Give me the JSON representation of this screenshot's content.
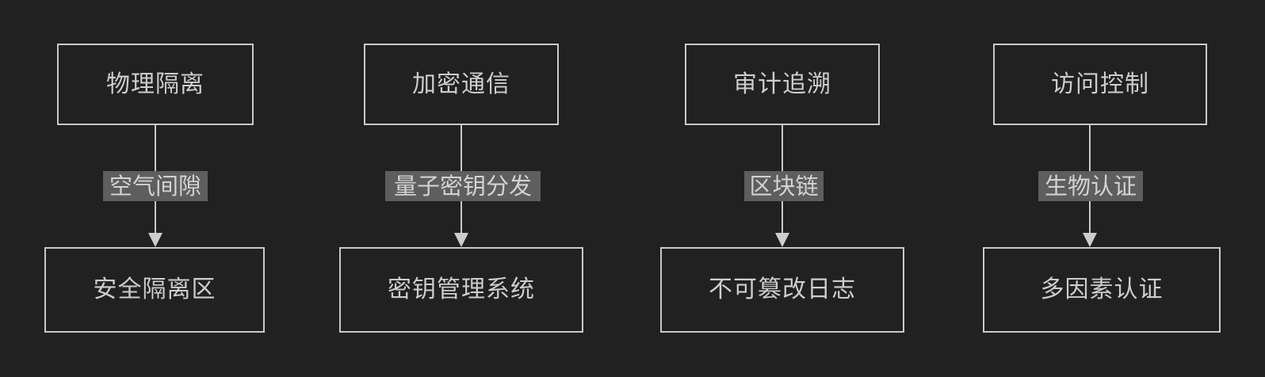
{
  "diagram": {
    "title": "",
    "background_color": "#212121",
    "border_color": "#c9c9c9",
    "text_color": "#cdcdcd",
    "label_highlight_color": "#5e5e5e",
    "type": "flowchart",
    "orientation": "top-to-bottom",
    "columns": [
      {
        "id": "col-1",
        "source": "物理隔离",
        "edge_label": "空气间隙",
        "target": "安全隔离区"
      },
      {
        "id": "col-2",
        "source": "加密通信",
        "edge_label": "量子密钥分发",
        "target": "密钥管理系统"
      },
      {
        "id": "col-3",
        "source": "审计追溯",
        "edge_label": "区块链",
        "target": "不可篡改日志"
      },
      {
        "id": "col-4",
        "source": "访问控制",
        "edge_label": "生物认证",
        "target": "多因素认证"
      }
    ]
  }
}
